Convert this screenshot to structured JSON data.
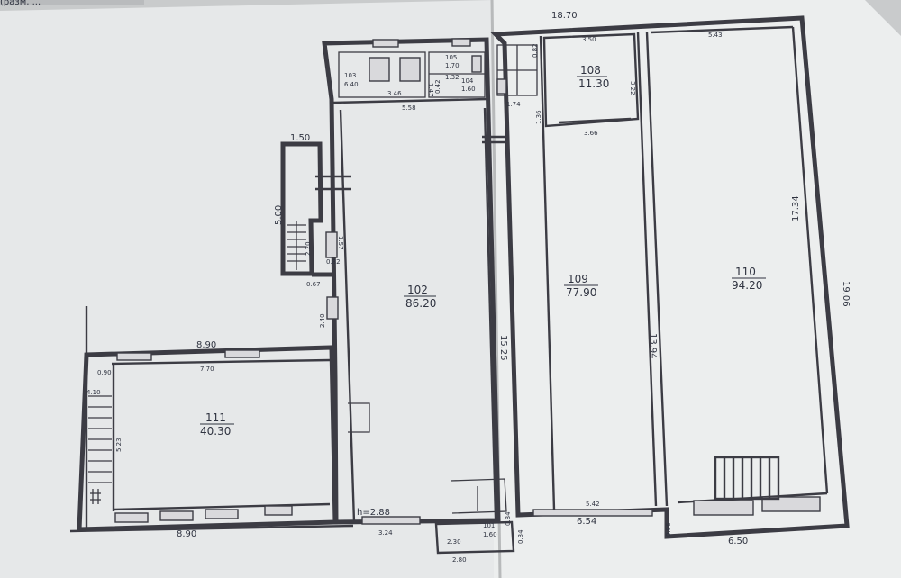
{
  "header_text": "(разм, ...",
  "rooms": [
    {
      "id": "room-102",
      "number": "102",
      "area": "86.20"
    },
    {
      "id": "room-103",
      "number": "103",
      "area": "6.40"
    },
    {
      "id": "room-104",
      "number": "104",
      "area": "1.60"
    },
    {
      "id": "room-105",
      "number": "105",
      "area": "1.70"
    },
    {
      "id": "room-108",
      "number": "108",
      "area": "11.30"
    },
    {
      "id": "room-109",
      "number": "109",
      "area": "77.90"
    },
    {
      "id": "room-110",
      "number": "110",
      "area": "94.20"
    },
    {
      "id": "room-111",
      "number": "111",
      "area": "40.30"
    },
    {
      "id": "room-101",
      "number": "101",
      "area": "1.60"
    }
  ],
  "dimensions": {
    "top_total": "18.70",
    "r108_top": "3.50",
    "r110_top": "5.43",
    "r108_side": "3.22",
    "r108_bottom": "3.66",
    "r110_height": "17.34",
    "right_total": "19.06",
    "r109_height": "13.94",
    "r110_bottom": "6.50",
    "r109_bottom_inner": "5.42",
    "r109_bottom_outer": "6.54",
    "small_096": "0.96",
    "small_034": "0.34",
    "r102_height": "15.25",
    "r102_top": "5.58",
    "r103_width": "3.46",
    "r103_height": "1.47",
    "stair_width": "1.50",
    "stair_length": "5.00",
    "d_2_20": "2.20",
    "d_1_57": "1.57",
    "d_0_82": "0.82",
    "d_0_67": "0.67",
    "d_2_40": "2.40",
    "r111_top_outer": "8.90",
    "r111_top_inner": "7.70",
    "r111_bottom": "8.90",
    "r111_side": "5.23",
    "d_4_10": "4.10",
    "d_0_90": "0.90",
    "d_3_24": "3.24",
    "ceiling": "h=2.88",
    "d_2_30": "2.30",
    "d_2_80": "2.80",
    "d_1_36": "1.36",
    "d_1_74": "1.74",
    "d_0_42": "0.42",
    "d_1_32": "1.32",
    "d_0_82b": "0.82",
    "d_0_84": "0.84"
  }
}
